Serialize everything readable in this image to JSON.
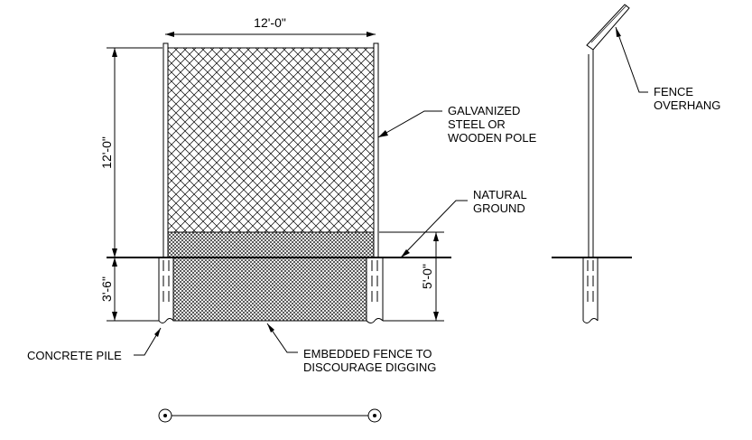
{
  "dimensions": {
    "fence_width": "12'-0\"",
    "fence_height": "12'-0\"",
    "embed_depth": "3'-6\"",
    "mesh_height": "5'-0\""
  },
  "labels": {
    "pole": [
      "GALVANIZED",
      "STEEL OR",
      "WOODEN POLE"
    ],
    "ground": [
      "NATURAL",
      "GROUND"
    ],
    "overhang": [
      "FENCE",
      "OVERHANG"
    ],
    "pile": [
      "CONCRETE PILE"
    ],
    "embedded": [
      "EMBEDDED FENCE TO",
      "DISCOURAGE DIGGING"
    ]
  }
}
